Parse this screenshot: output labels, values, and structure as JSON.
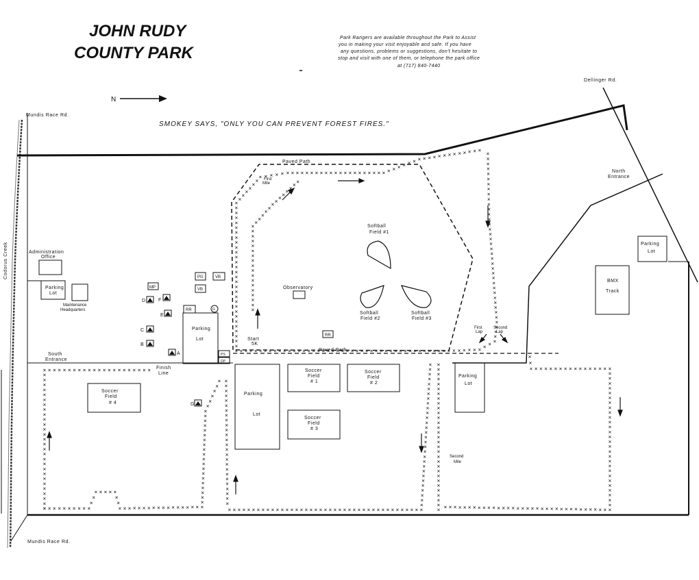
{
  "title_line1": "JOHN RUDY",
  "title_line2": "COUNTY PARK",
  "ranger_note": [
    "Park Rangers are available throughout the Park to Assist",
    "you in making your visit enjoyable and safe.   If you have",
    "any questions, problems or suggestions, don't hesitate to",
    "stop and visit with one of them, or telephone the park office",
    "at (717) 840-7440"
  ],
  "north_label": "N",
  "smokey": "SMOKEY SAYS, \"ONLY YOU CAN PREVENT FOREST FIRES.\"",
  "roads": {
    "mundis_top": "Mundis Race Rd.",
    "mundis_bottom": "Mundis Race Rd.",
    "dellinger": "Dellinger Rd.",
    "creek": "Codorus Creek"
  },
  "entrances": {
    "north_1": "North",
    "north_2": "Entrance",
    "south_1": "South",
    "south_2": "Entrance"
  },
  "facilities": {
    "admin_1": "Administration",
    "admin_2": "Office",
    "parking_1": "Parking",
    "parking_2": "Lot",
    "maint_1": "Maintenance",
    "maint_2": "Headquarters",
    "observatory": "Observatory",
    "bmx_1": "BMX",
    "bmx_2": "Track",
    "parking_main_1": "Parking",
    "parking_main_2": "Lot",
    "parking_center_1": "Parking",
    "parking_center_2": "Lot",
    "parking_east_1": "Parking",
    "parking_east_2": "Lot",
    "parking_bmx_1": "Parking",
    "parking_bmx_2": "Lot"
  },
  "fields": {
    "softball1_1": "Softball",
    "softball1_2": "Field #1",
    "softball2_1": "Softball",
    "softball2_2": "Field #2",
    "softball3_1": "Softball",
    "softball3_2": "Field #3",
    "soccer1_1": "Soccer",
    "soccer1_2": "Field",
    "soccer1_3": "# 1",
    "soccer2_1": "Soccer",
    "soccer2_2": "Field",
    "soccer2_3": "# 2",
    "soccer3_1": "Soccer",
    "soccer3_2": "Field",
    "soccer3_3": "# 3",
    "soccer4_1": "Soccer",
    "soccer4_2": "Field",
    "soccer4_3": "# 4"
  },
  "course": {
    "paved_path_top": "Paved Path",
    "paved_path_bottom": "Paved Path",
    "first_mile_1": "First",
    "first_mile_2": "Mile",
    "start_1": "Start",
    "start_2": "5K",
    "finish_1": "Finish",
    "finish_2": "Line",
    "first_lap_1": "First",
    "first_lap_2": "Lap",
    "second_lap_1": "Second",
    "second_lap_2": "Lap",
    "second_mile_1": "Second",
    "second_mile_2": "Mile"
  },
  "small_boxes": {
    "mp": "MP",
    "pg": "PG",
    "vb1": "VB",
    "vb2": "VB",
    "rr1": "RR",
    "rr2": "RR",
    "circle": "G",
    "ps": "PS",
    "dp": "DP"
  },
  "pavilions": {
    "d": "D",
    "f": "F",
    "e": "E",
    "c": "C",
    "b": "B",
    "a": "A",
    "g": "G"
  }
}
